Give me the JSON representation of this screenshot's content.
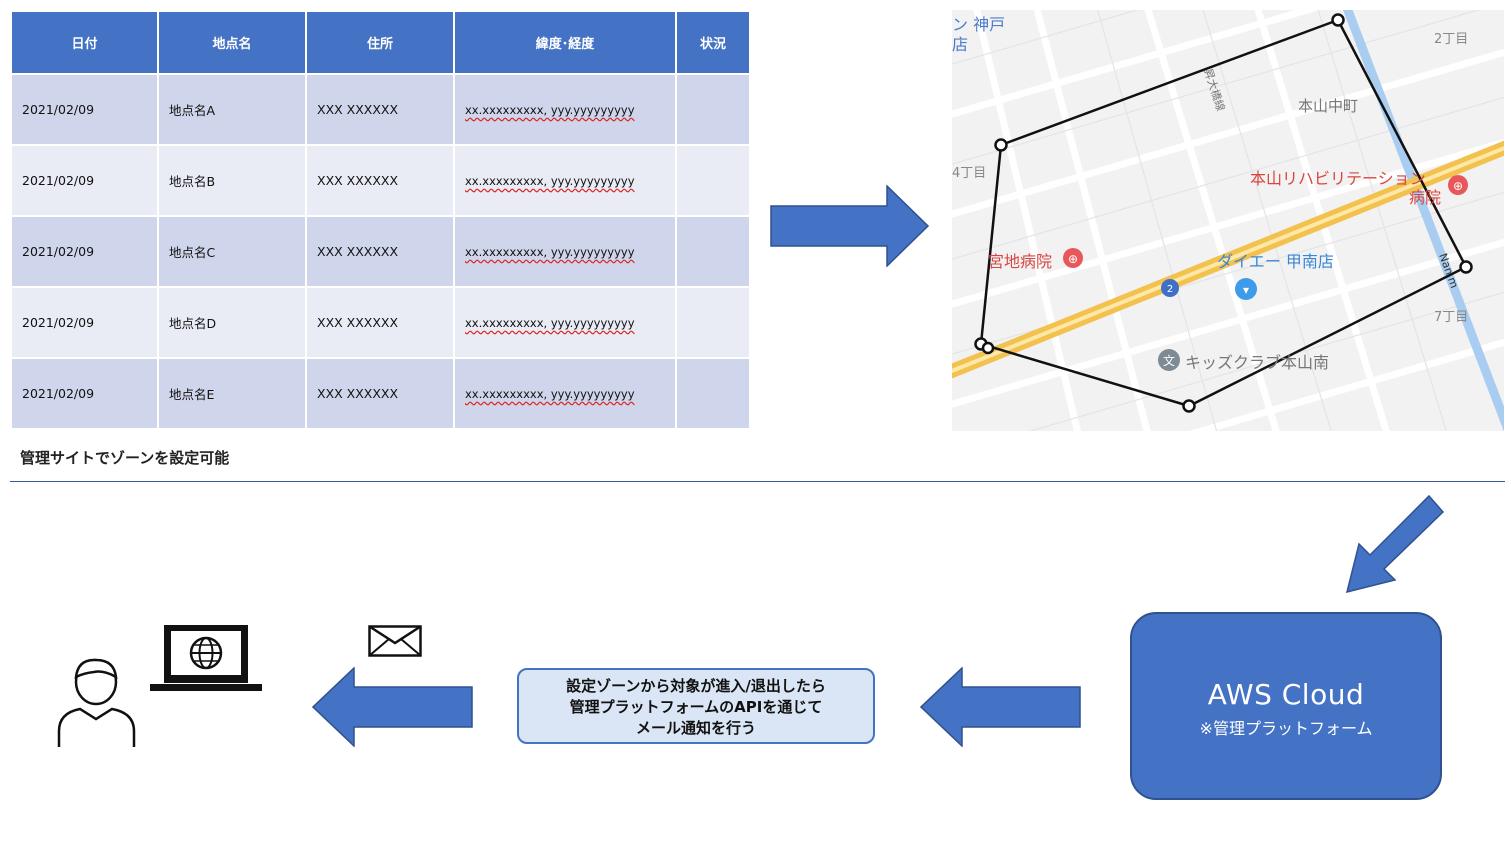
{
  "table": {
    "headers": [
      "日付",
      "地点名",
      "住所",
      "緯度･経度",
      "状況"
    ],
    "rows": [
      [
        "2021/02/09",
        "地点名A",
        "XXX XXXXXX",
        "xx.xxxxxxxxx, yyy.yyyyyyyyy",
        ""
      ],
      [
        "2021/02/09",
        "地点名B",
        "XXX XXXXXX",
        "xx.xxxxxxxxx, yyy.yyyyyyyyy",
        ""
      ],
      [
        "2021/02/09",
        "地点名C",
        "XXX XXXXXX",
        "xx.xxxxxxxxx, yyy.yyyyyyyyy",
        ""
      ],
      [
        "2021/02/09",
        "地点名D",
        "XXX XXXXXX",
        "xx.xxxxxxxxx, yyy.yyyyyyyyy",
        ""
      ],
      [
        "2021/02/09",
        "地点名E",
        "XXX XXXXXX",
        "xx.xxxxxxxxx, yyy.yyyyyyyyy",
        ""
      ]
    ]
  },
  "caption": "管理サイトでゾーンを設定可能",
  "map": {
    "labels": {
      "kobe": "ン 神戸",
      "ten": "店",
      "chome2": "2丁目",
      "road": "昇大橋線",
      "motoyama": "本山中町",
      "chome4": "4丁目",
      "rehab1": "本山リハビリテーション",
      "rehab2": "病院",
      "miyaji": "宮地病院",
      "daiei": "ダイエー 甲南店",
      "route": "2",
      "narrow": "Nan m",
      "chome7": "7丁目",
      "kids": "キッズクラブ本山南"
    }
  },
  "aws": {
    "title": "AWS Cloud",
    "subtitle": "※管理プラットフォーム"
  },
  "notice": {
    "line1": "設定ゾーンから対象が進入/退出したら",
    "line2": "管理プラットフォームのAPIを通じて",
    "line3": "メール通知を行う"
  },
  "icons": {
    "user": "user-icon",
    "laptop": "laptop-globe-icon",
    "mail": "envelope-icon"
  },
  "colors": {
    "accent": "#4472C4",
    "headerRow": "#4472C4",
    "oddRow": "#CFD5EA",
    "evenRow": "#E9EBF5",
    "noticeFill": "#DAE6F5"
  }
}
